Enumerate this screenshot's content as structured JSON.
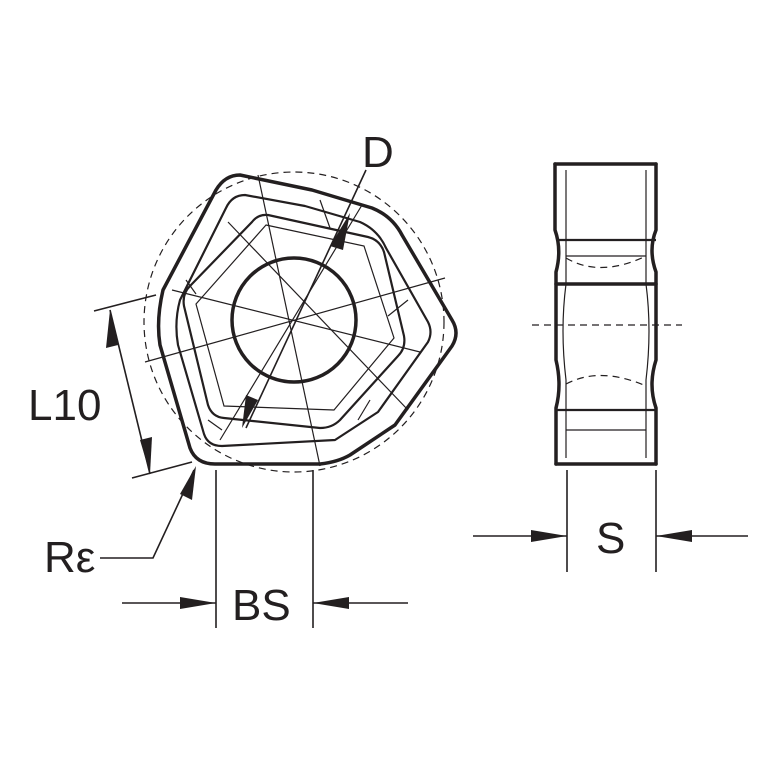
{
  "labels": {
    "diameter": "D",
    "edge_length": "L10",
    "corner_radius": "Rε",
    "wiper_length": "BS",
    "thickness": "S"
  }
}
